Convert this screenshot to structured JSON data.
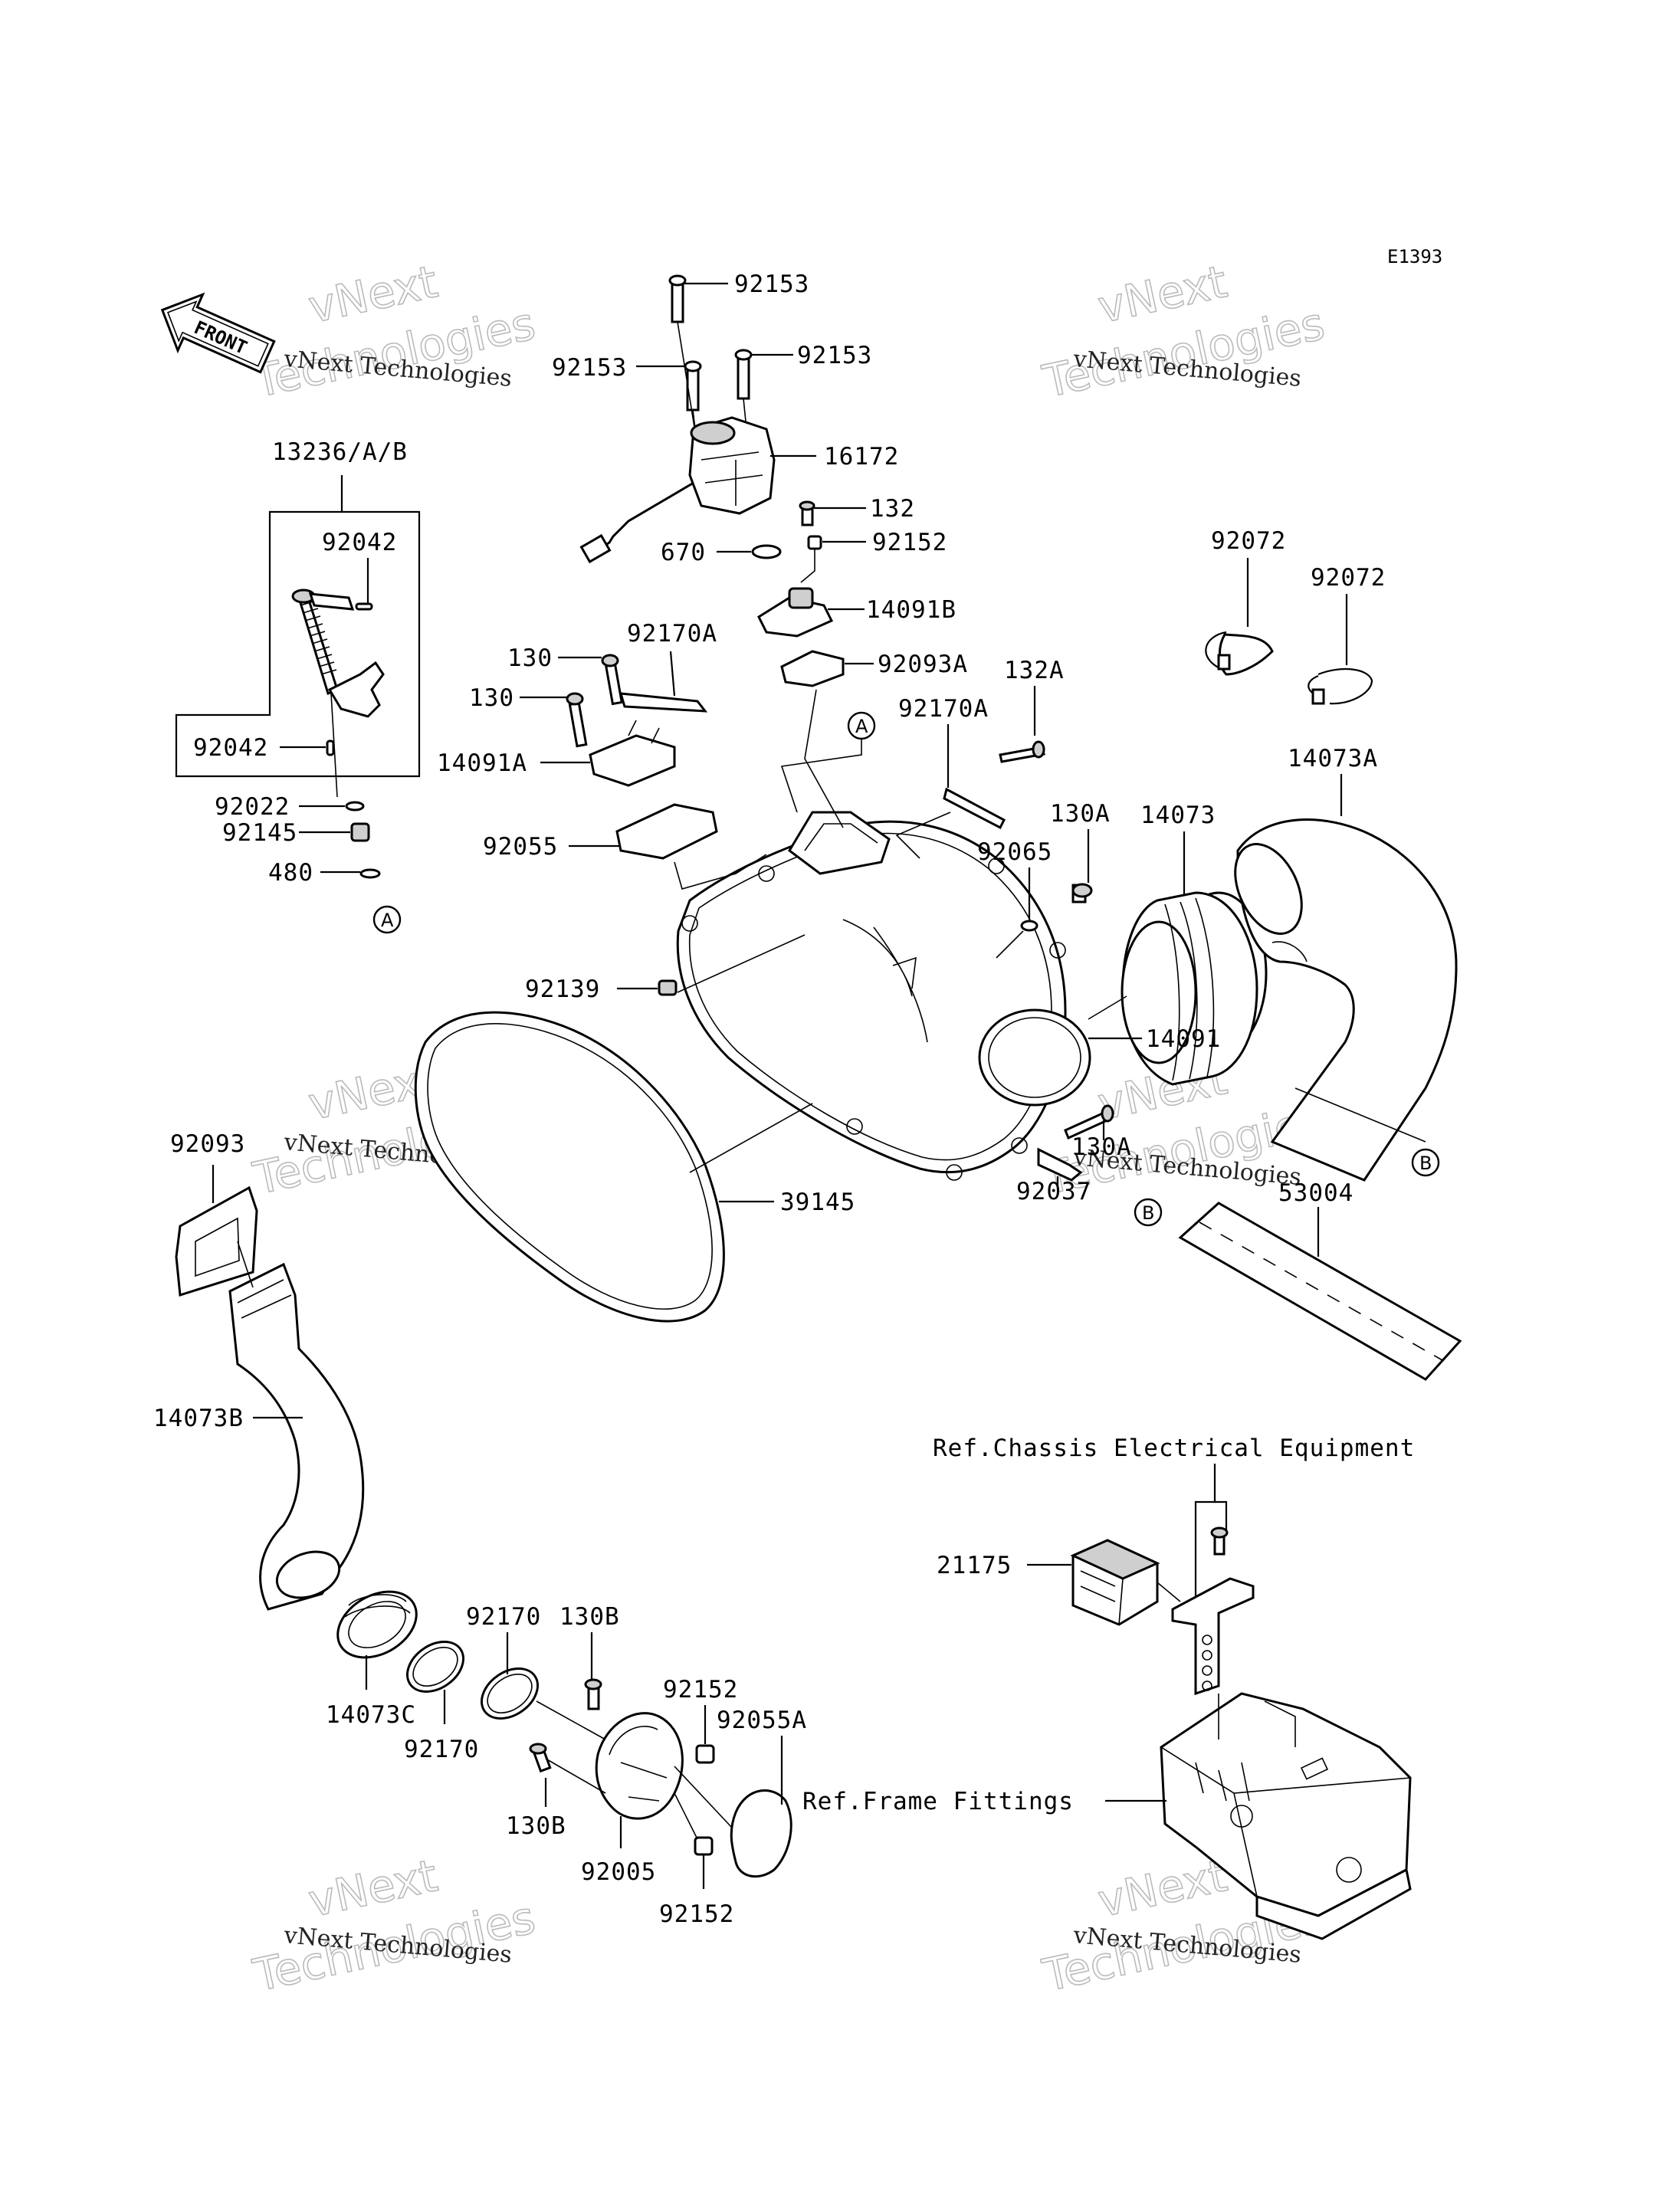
{
  "diagram_code": "E1393",
  "front_label": "FRONT",
  "watermark": {
    "line1": "vNext Technologies",
    "line2": "vNext",
    "line3": "Technologies"
  },
  "labels": {
    "p92153_top": "92153",
    "p92153_left": "92153",
    "p92153_right": "92153",
    "p16172": "16172",
    "p132": "132",
    "p92152_top": "92152",
    "p670": "670",
    "p14091B": "14091B",
    "p92093A": "92093A",
    "p92072_a": "92072",
    "p92072_b": "92072",
    "p132A": "132A",
    "p14073A": "14073A",
    "p13236": "13236/A/B",
    "p92042_top": "92042",
    "p92042_bot": "92042",
    "p92022": "92022",
    "p92145": "92145",
    "p480": "480",
    "p130_a": "130",
    "p130_b": "130",
    "p92170A_left": "92170A",
    "p92170A_right": "92170A",
    "p14091A": "14091A",
    "p92055": "92055",
    "p130A": "130A",
    "p92065": "92065",
    "p14073": "14073",
    "p92139": "92139",
    "p14091": "14091",
    "p92093": "92093",
    "p39145": "39145",
    "p92037": "92037",
    "p130A_b": "130A",
    "p53004": "53004",
    "p14073B": "14073B",
    "ref_chassis": "Ref.Chassis Electrical Equipment",
    "p21175": "21175",
    "p92170_top": "92170",
    "p130B_top": "130B",
    "p92152_mid": "92152",
    "p92055A": "92055A",
    "p14073C": "14073C",
    "p92170_bot": "92170",
    "ref_frame": "Ref.Frame Fittings",
    "p130B_bot": "130B",
    "p92005": "92005",
    "p92152_bot": "92152"
  },
  "callouts": {
    "A": "A",
    "B": "B"
  }
}
